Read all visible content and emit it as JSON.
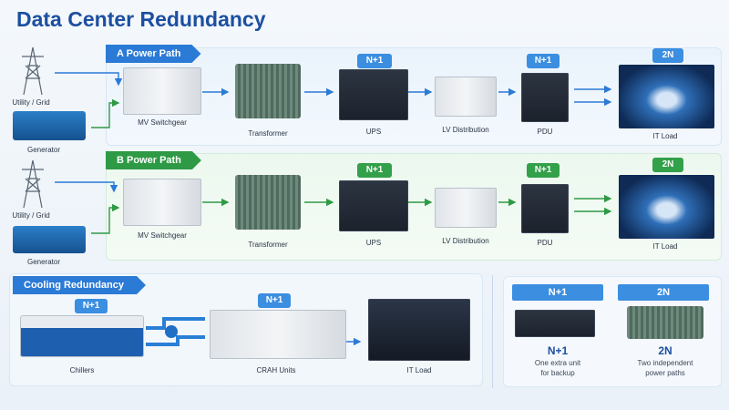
{
  "title": "Data Center Redundancy",
  "path_a": {
    "tab": "A Power Path",
    "sources": [
      "Utility / Grid",
      "Generator"
    ],
    "stages": [
      "MV Switchgear",
      "Transformer",
      "UPS",
      "LV Distribution",
      "PDU",
      "IT Load"
    ],
    "badges": {
      "ups": "N+1",
      "pdu": "N+1",
      "it": "2N"
    },
    "color": "#2b7ad6"
  },
  "path_b": {
    "tab": "B Power Path",
    "sources": [
      "Utility / Grid",
      "Generator"
    ],
    "stages": [
      "MV Switchgear",
      "Transformer",
      "UPS",
      "LV Distribution",
      "PDU",
      "IT Load"
    ],
    "badges": {
      "ups": "N+1",
      "pdu": "N+1",
      "it": "2N"
    },
    "color": "#2f9a45"
  },
  "cooling": {
    "tab": "Cooling Redundancy",
    "stages": [
      "Chillers",
      "CRAH Units",
      "IT Load"
    ],
    "badges": {
      "chillers": "N+1",
      "crah": "N+1"
    }
  },
  "legend": {
    "n1": {
      "header": "N+1",
      "title": "N+1",
      "desc_line1": "One extra unit",
      "desc_line2": "for backup"
    },
    "twoN": {
      "header": "2N",
      "title": "2N",
      "desc_line1": "Two independent",
      "desc_line2": "power paths"
    }
  }
}
